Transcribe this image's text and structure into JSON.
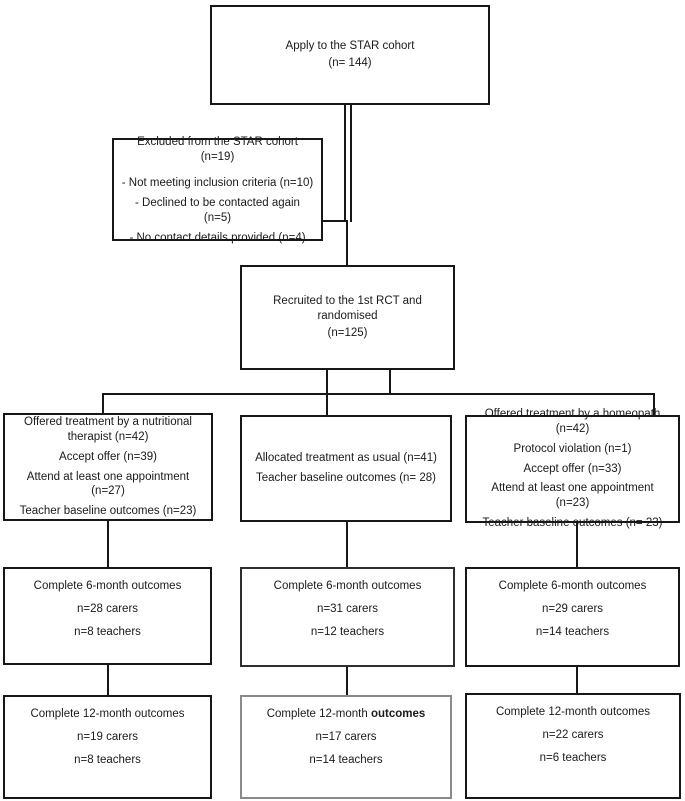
{
  "boxes": {
    "apply": {
      "line1": "Apply to the STAR cohort",
      "line2": "(n= 144)"
    },
    "excluded": {
      "title": "Excluded from the STAR cohort (n=19)",
      "items": [
        "- Not meeting inclusion criteria  (n=10)",
        "- Declined to be contacted again (n=5)",
        "- No contact details provided (n=4)"
      ]
    },
    "recruited": {
      "line1": "Recruited to the 1st RCT and randomised",
      "line2": "(n=125)"
    },
    "arm_left": {
      "lines": [
        "Offered treatment by a nutritional therapist (n=42)",
        "Accept offer (n=39)",
        "Attend at least one appointment (n=27)",
        "Teacher baseline outcomes (n=23)"
      ]
    },
    "arm_mid": {
      "lines": [
        "Allocated treatment as usual (n=41)",
        "Teacher baseline outcomes (n= 28)"
      ]
    },
    "arm_right": {
      "lines": [
        "Offered treatment by a homeopath (n=42)",
        "Protocol violation (n=1)",
        "Accept offer (n=33)",
        "Attend at least one appointment (n=23)",
        "Teacher baseline outcomes (n= 23)"
      ]
    },
    "six_left": {
      "title": "Complete 6-month outcomes",
      "carers": "n=28 carers",
      "teachers": "n=8 teachers"
    },
    "six_mid": {
      "title": "Complete 6-month outcomes",
      "carers": "n=31 carers",
      "teachers": "n=12 teachers"
    },
    "six_right": {
      "title": "Complete 6-month outcomes",
      "carers": "n=29 carers",
      "teachers": "n=14 teachers"
    },
    "twelve_left": {
      "title": "Complete 12-month outcomes",
      "carers": "n=19 carers",
      "teachers": "n=8 teachers"
    },
    "twelve_mid": {
      "title_prefix": "Complete 12-month ",
      "title_bold": "outcomes",
      "carers": "n=17 carers",
      "teachers": "n=14 teachers"
    },
    "twelve_right": {
      "title": "Complete 12-month outcomes",
      "carers": "n=22 carers",
      "teachers": "n=6 teachers"
    }
  },
  "colors": {
    "box_border": "#171717",
    "muted_border": "#8a8a8a",
    "background": "#ffffff",
    "text": "#1a1a1a"
  }
}
